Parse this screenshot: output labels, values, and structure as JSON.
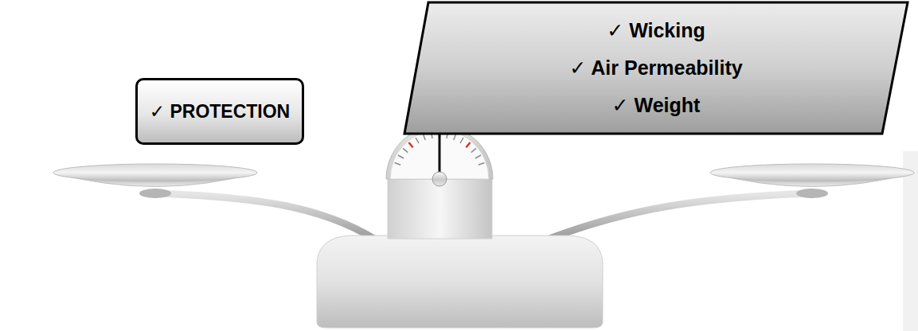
{
  "diagram": {
    "nodes": [
      {
        "text": [
          "✓ PROTECTION"
        ]
      },
      {
        "text": [
          "✓ Wicking",
          "✓ Air Permeability",
          "✓ Weight"
        ]
      }
    ]
  }
}
